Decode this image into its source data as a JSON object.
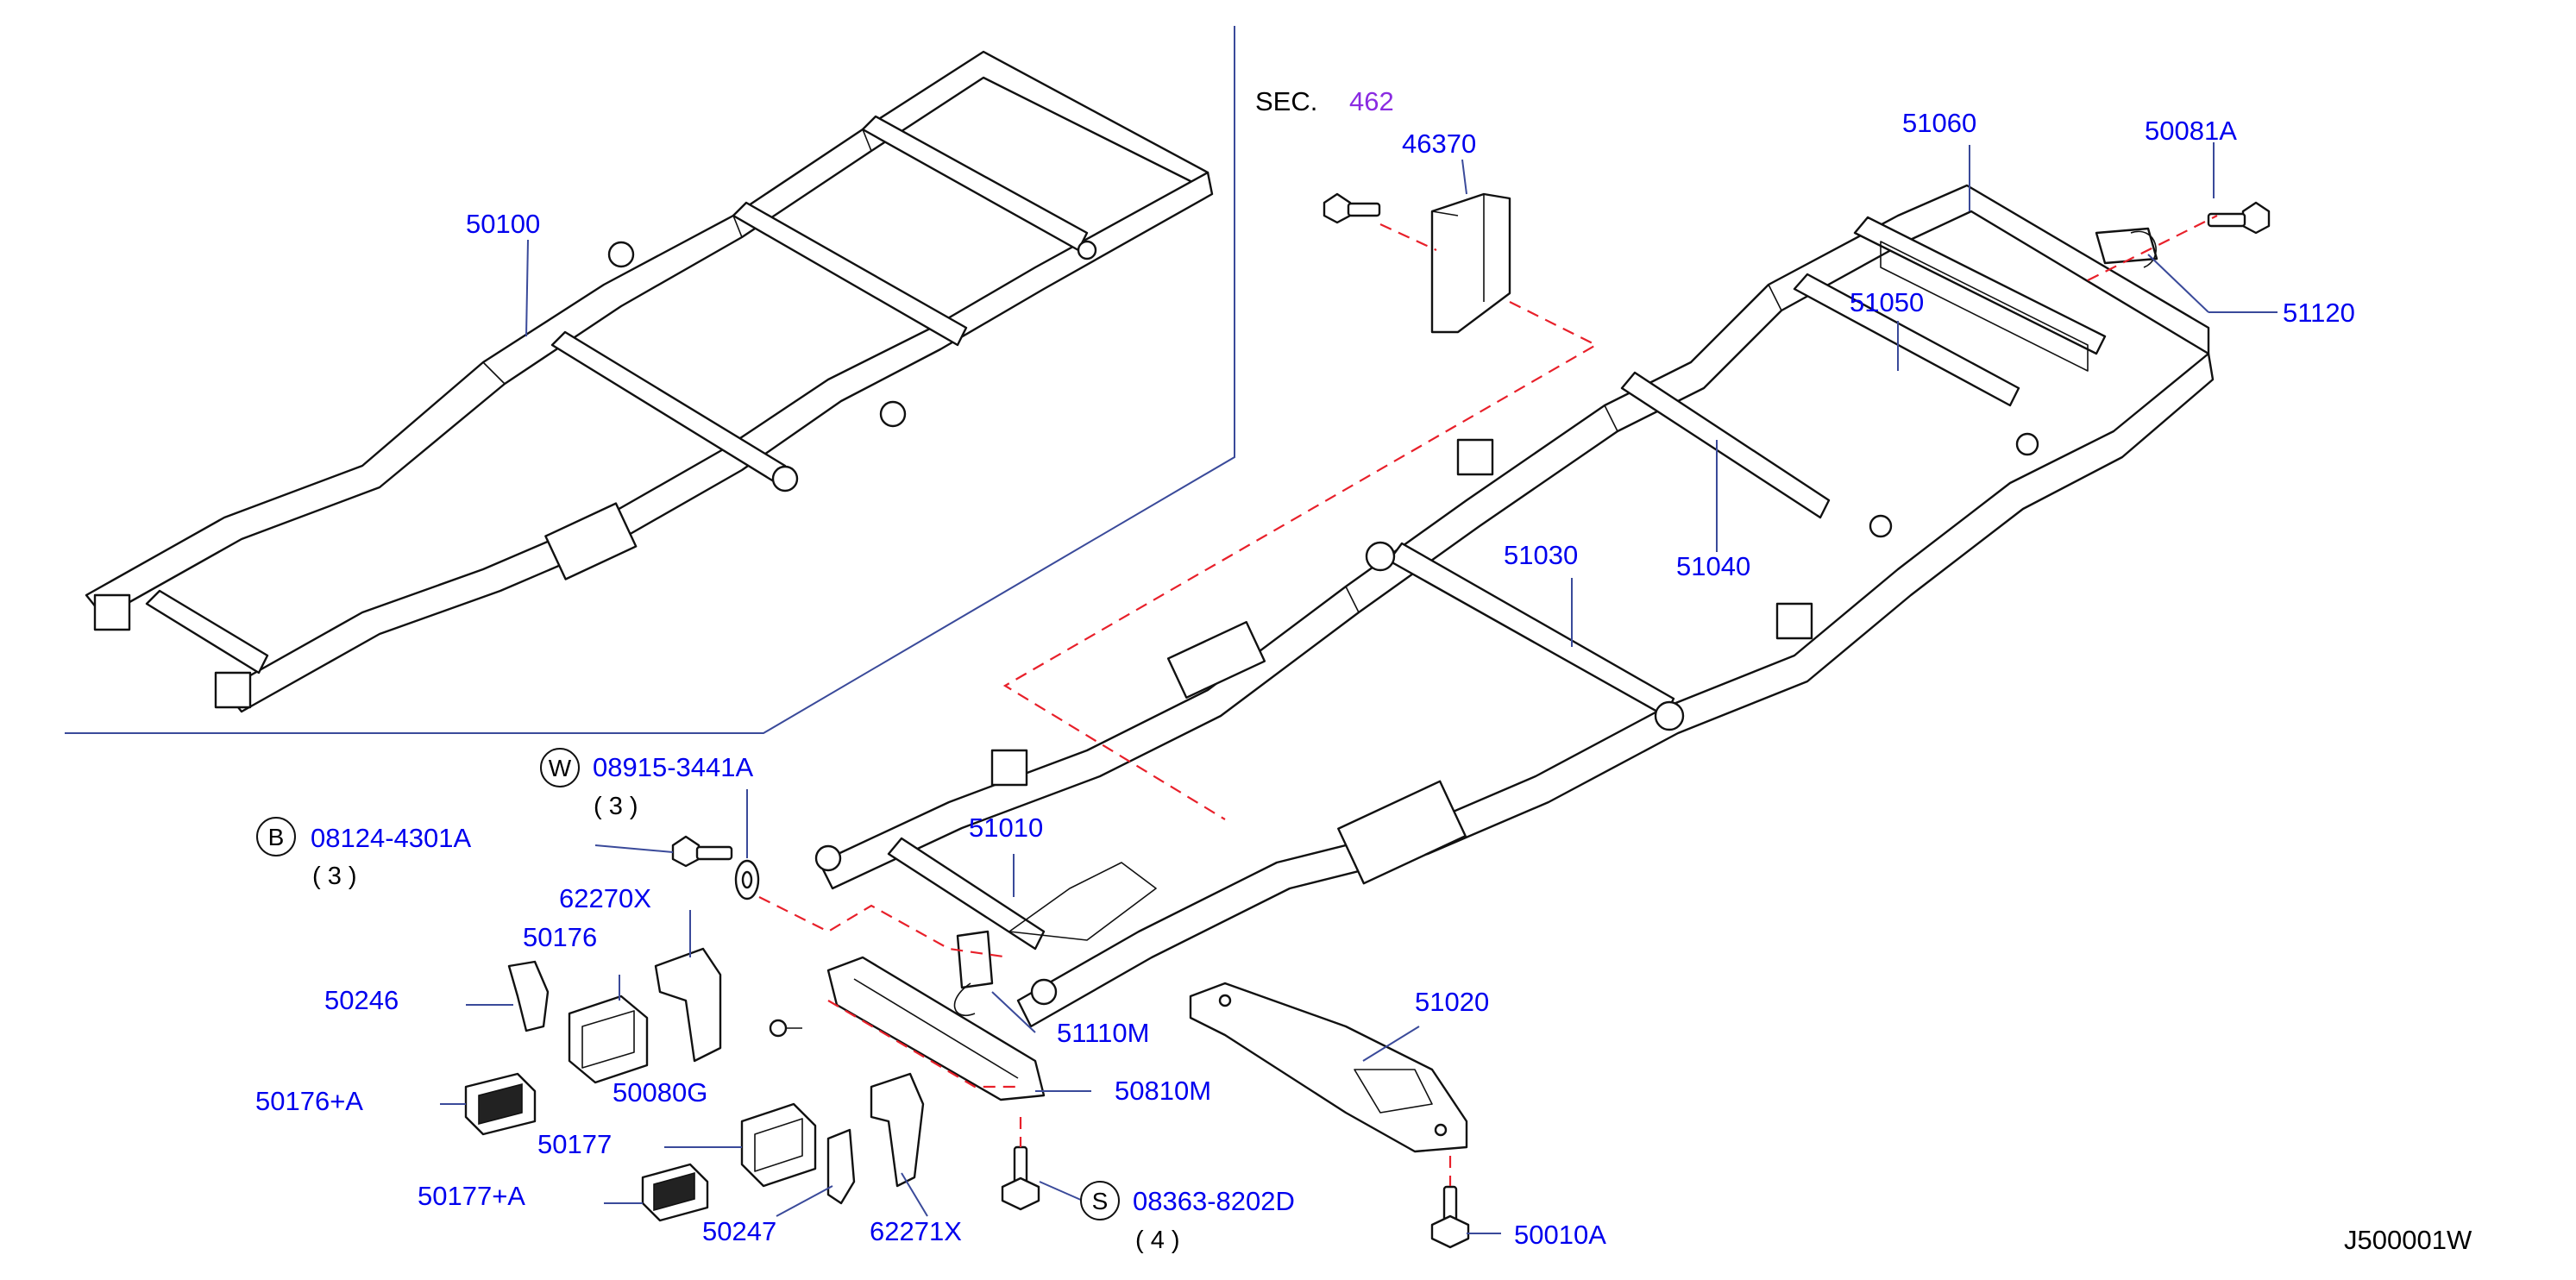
{
  "diagram_code": "J500001W",
  "section_ref": {
    "prefix": "SEC.",
    "number": "462"
  },
  "colors": {
    "label": "#0000ee",
    "section_number": "#8a2be2",
    "dashed_guide": "#e8202a",
    "leader": "#3a4a9a",
    "outline": "#111111"
  },
  "labels": {
    "p50100": "50100",
    "p46370": "46370",
    "p51060": "51060",
    "p50081A": "50081A",
    "p51120": "51120",
    "p51050": "51050",
    "p51030": "51030",
    "p51040": "51040",
    "p51010": "51010",
    "p51020": "51020",
    "p51110M": "51110M",
    "p50810M": "50810M",
    "p50010A": "50010A",
    "p62270X": "62270X",
    "p50176": "50176",
    "p50246": "50246",
    "p50080G": "50080G",
    "p50176A": "50176+A",
    "p50177": "50177",
    "p50177A": "50177+A",
    "p50247": "50247",
    "p62271X": "62271X"
  },
  "fasteners": [
    {
      "symbol": "W",
      "part": "08915-3441A",
      "qty": "( 3 )"
    },
    {
      "symbol": "B",
      "part": "08124-4301A",
      "qty": "( 3 )"
    },
    {
      "symbol": "S",
      "part": "08363-8202D",
      "qty": "( 4 )"
    }
  ]
}
